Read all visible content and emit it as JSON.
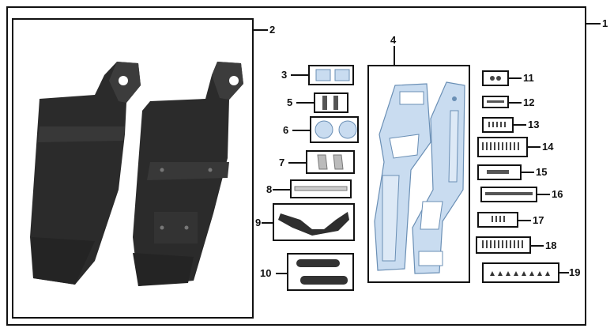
{
  "callouts": {
    "c1": "1",
    "c2": "2",
    "c3": "3",
    "c4": "4",
    "c5": "5",
    "c6": "6",
    "c7": "7",
    "c8": "8",
    "c9": "9",
    "c10": "10",
    "c11": "11",
    "c12": "12",
    "c13": "13",
    "c14": "14",
    "c15": "15",
    "c16": "16",
    "c17": "17",
    "c18": "18",
    "c19": "19"
  },
  "colors": {
    "part_dark": "#2b2b2b",
    "part_mid": "#3a3a3a",
    "plate_blue": "#c9dcf0",
    "line": "#111111"
  },
  "icons": [
    "mud-flap-part",
    "mounting-plate-part",
    "bracket-part",
    "bolt-part",
    "washer-part"
  ]
}
